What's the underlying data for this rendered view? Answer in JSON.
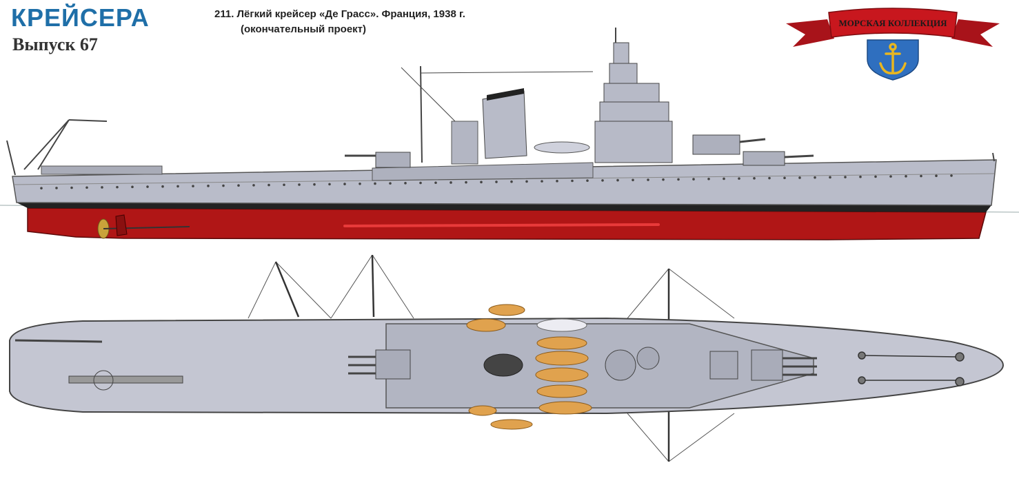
{
  "header": {
    "series_title": "КРЕЙСЕРА",
    "issue": "Выпуск 67",
    "caption_line1": "211. Лёгкий крейсер «Де Грасс». Франция,  1938 г.",
    "caption_line2": "(окончательный проект)"
  },
  "logo": {
    "ribbon_text": "МОРСКАЯ КОЛЛЕКЦИЯ",
    "emblem": "anchor-icon"
  },
  "colors": {
    "title_blue": "#1f6fa8",
    "hull_grey": "#b9bcc9",
    "deck_grey": "#c4c6d2",
    "waterline_red": "#b01616",
    "ribbon_red": "#c8171e",
    "shield_blue": "#2f6fbf",
    "anchor_gold": "#e8b620",
    "boat_tan": "#e0a24e"
  }
}
